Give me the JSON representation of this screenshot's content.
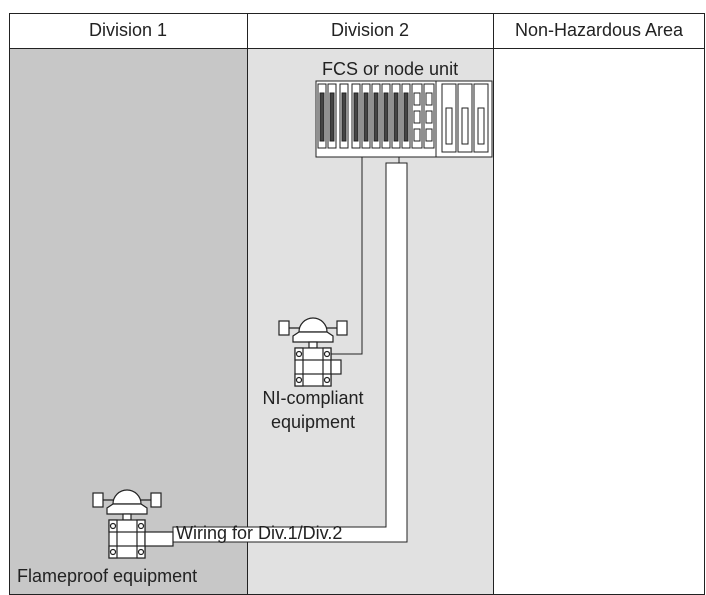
{
  "header": {
    "division_1": "Division 1",
    "division_2": "Division 2",
    "non_hazardous": "Non-Hazardous Area"
  },
  "labels": {
    "fcs": "FCS or node unit",
    "ni_line1": "NI-compliant",
    "ni_line2": "equipment",
    "wiring": "Wiring for Div.1/Div.2",
    "flameproof": "Flameproof equipment"
  },
  "colors": {
    "division_1_fill": "#c7c7c7",
    "division_2_fill": "#e1e1e1",
    "line": "#222222"
  },
  "icons": {
    "fcs": "fcs-rack-icon",
    "transmitter": "pressure-transmitter-icon"
  }
}
